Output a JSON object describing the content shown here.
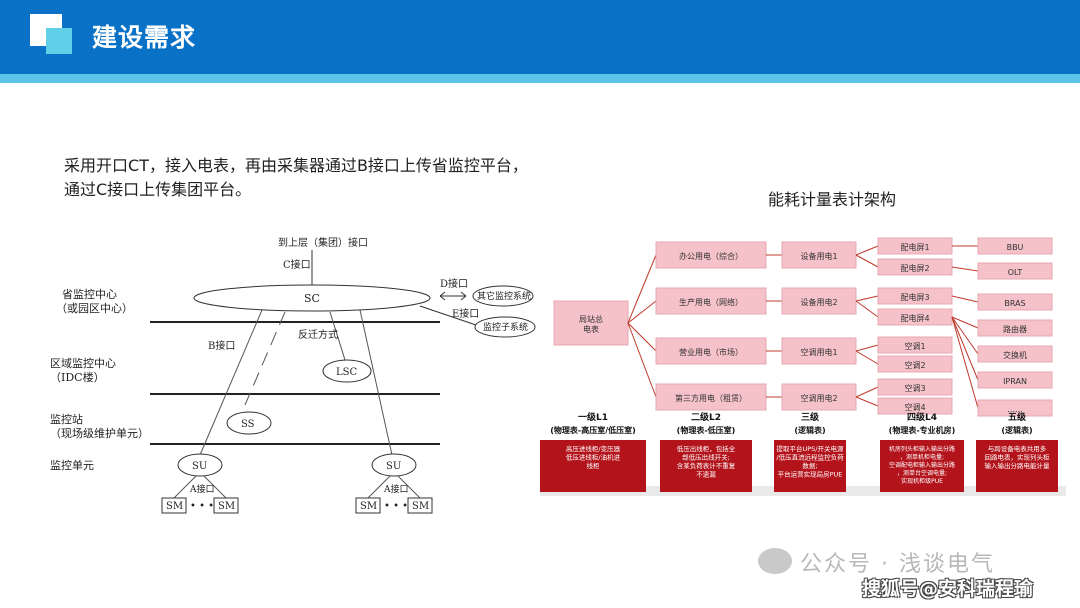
{
  "header": {
    "title": "建设需求"
  },
  "description": "采用开口CT，接入电表，再由采集器通过B接口上传省监控平台，通过C接口上传集团平台。",
  "left_diagram": {
    "top_interface": "到上层（集团）接口",
    "c_interface": "C接口",
    "sc": "SC",
    "d_interface": "D接口",
    "e_interface": "E接口",
    "other_system": "其它监控系统",
    "monitor_subsystem": "监控子系统",
    "province_center_l1": "省监控中心",
    "province_center_l2": "（或园区中心）",
    "b_interface": "B接口",
    "reverse_mode": "反迁方式",
    "region_center_l1": "区域监控中心",
    "region_center_l2": "（IDC楼）",
    "lsc": "LSC",
    "station_l1": "监控站",
    "station_l2": "（现场级维护单元）",
    "ss": "SS",
    "monitor_unit": "监控单元",
    "su": "SU",
    "a_interface": "A接口",
    "sm": "SM",
    "dots": "• • •"
  },
  "right_diagram": {
    "title": "能耗计量表计架构",
    "root": "局站总\n电表",
    "l2": [
      "办公用电（综合）",
      "生产用电（网络）",
      "营业用电（市场）",
      "第三方用电（租赁）"
    ],
    "l3": [
      "设备用电1",
      "设备用电2",
      "空调用电1",
      "空调用电2"
    ],
    "l4": [
      "配电屏1",
      "配电屏2",
      "配电屏3",
      "配电屏4",
      "空调1",
      "空调2",
      "空调3",
      "空调4"
    ],
    "l5": [
      "BBU",
      "OLT",
      "BRAS",
      "路由器",
      "交换机",
      "IPRAN",
      "......"
    ],
    "levels": [
      {
        "t1": "一级L1",
        "t2": "(物理表-高压室/低压室)",
        "d": "高压进线柜/变压器\n低压进线柜/油机进\n线柜"
      },
      {
        "t1": "二级L2",
        "t2": "(物理表-低压室)",
        "d": "低压出线柜，包括全\n部低压出线开关;\n含某负荷表计不重复\n不遗漏"
      },
      {
        "t1": "三级",
        "t2": "(逻辑表)",
        "d": "提取平台UPS/开关电源\n/低压直流远程监控负荷\n数据;\n平台运营实现局房PUE"
      },
      {
        "t1": "四级L4",
        "t2": "(物理表-专业机房)",
        "d": "机房列头柜输入输出分路\n，测单机柜电量;\n空调配电柜输入输出分路\n，测单台空调电量;\n实现机柜级PUE"
      },
      {
        "t1": "五级",
        "t2": "(逻辑表)",
        "d": "与跨设备电表共用多\n回路电表，实现列头柜\n输入输出分路电能计量"
      }
    ]
  },
  "watermarks": {
    "wechat": "公众号 · 浅谈电气",
    "sohu": "搜狐号@安科瑞程瑜"
  },
  "colors": {
    "header_blue": "#0a72c6",
    "header_stripe": "#5cc4e6",
    "box_pink": "#f4c2c8",
    "box_red": "#b3141c",
    "line_red": "#c0392b"
  }
}
